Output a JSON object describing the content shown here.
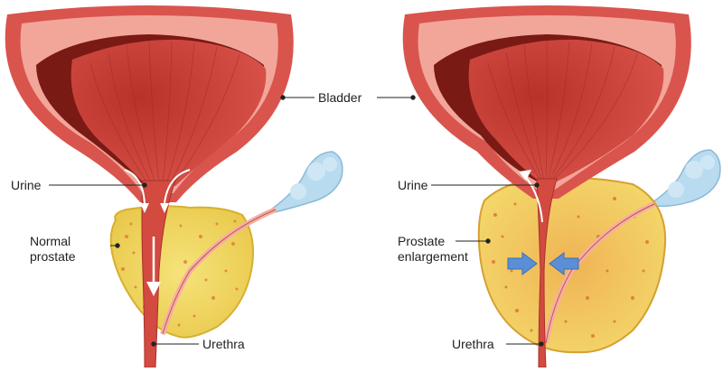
{
  "labels": {
    "bladder": "Bladder",
    "urine_left": "Urine",
    "normal_line1": "Normal",
    "normal_line2": "prostate",
    "urethra_left": "Urethra",
    "urine_right": "Urine",
    "enlarged_line1": "Prostate",
    "enlarged_line2": "enlargement",
    "urethra_right": "Urethra"
  },
  "colors": {
    "bladder_outer": "#d9544d",
    "bladder_wall": "#f2a69a",
    "bladder_inner": "#c33a30",
    "bladder_cavity": "#7a1a14",
    "prostate_fill": "#f3de6b",
    "prostate_spots": "#e07a3a",
    "urethra": "#d24a40",
    "vesicle": "#b8dbef",
    "arrow_compression": "#5a8fd6",
    "label_text": "#222222"
  },
  "icons": {
    "flow_arrows": "urine-flow-arrow-icon",
    "compression_arrows": "compression-arrow-icon"
  }
}
